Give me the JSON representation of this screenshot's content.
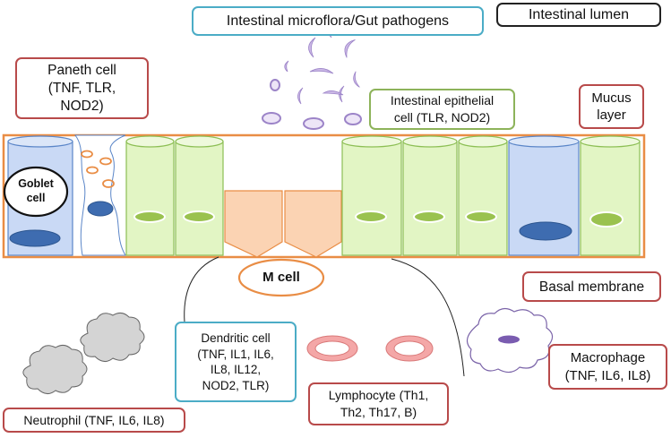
{
  "labels": {
    "microflora": "Intestinal microflora/Gut pathogens",
    "lumen": "Intestinal lumen",
    "paneth": "Paneth cell\n(TNF, TLR,\nNOD2)",
    "epithelial": "Intestinal epithelial\ncell (TLR, NOD2)",
    "mucus": "Mucus\nlayer",
    "goblet": "Goblet\ncell",
    "mcell": "M cell",
    "basal": "Basal membrane",
    "dendritic": "Dendritic cell\n(TNF, IL1, IL6,\nIL8, IL12,\nNOD2, TLR)",
    "lymphocyte": "Lymphocyte (Th1,\nTh2, Th17, B)",
    "macrophage": "Macrophage\n(TNF, IL6, IL8)",
    "neutrophil": "Neutrophil (TNF, IL6, IL8)"
  },
  "colors": {
    "epithelial_fill": "#e2f5c4",
    "epithelial_stroke": "#8dbf55",
    "goblet_fill": "#c9d9f5",
    "goblet_stroke": "#5b86c8",
    "nucleus_blue": "#3e6cb0",
    "nucleus_green": "#9ac24f",
    "mcell_fill": "#fbd3b3",
    "mcell_stroke": "#e98d45",
    "border_orange": "#e98d45",
    "bacteria": "#cbb8e6",
    "bacteria_stroke": "#9c84c8",
    "lymphocyte": "#f4a7a7",
    "cloud": "#d4d4d4",
    "box_red": "#b84a4a",
    "box_teal": "#4bacc6",
    "box_green": "#8db35a"
  }
}
